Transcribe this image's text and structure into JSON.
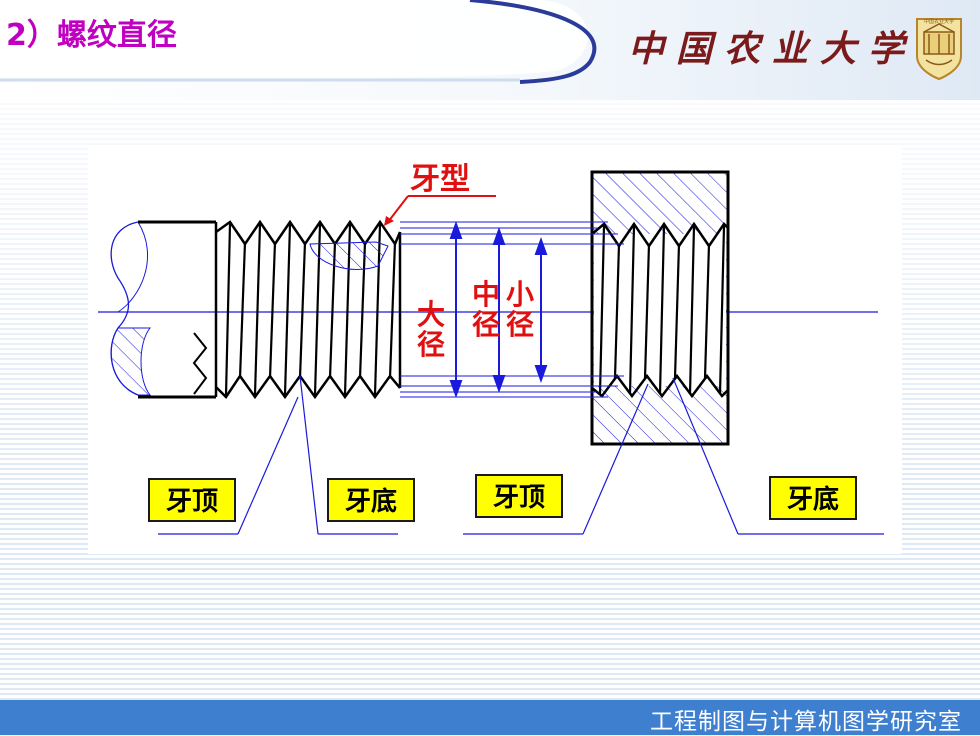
{
  "header": {
    "title": "2）螺纹直径",
    "university": "中国农业大学",
    "emblem_icon": "university-emblem-icon"
  },
  "diagram": {
    "profile_label": "牙型",
    "major_diameter": "大径",
    "pitch_diameter": "中径",
    "minor_diameter": "小径",
    "tags": [
      "牙顶",
      "牙底",
      "牙顶",
      "牙底"
    ]
  },
  "footer": {
    "text": "工程制图与计算机图学研究室"
  },
  "colors": {
    "title": "#c000c0",
    "label_red": "#e01010",
    "line_blue": "#1a1adc",
    "tag_yellow": "#ffff00",
    "footer_bar": "#3e7fcf"
  }
}
